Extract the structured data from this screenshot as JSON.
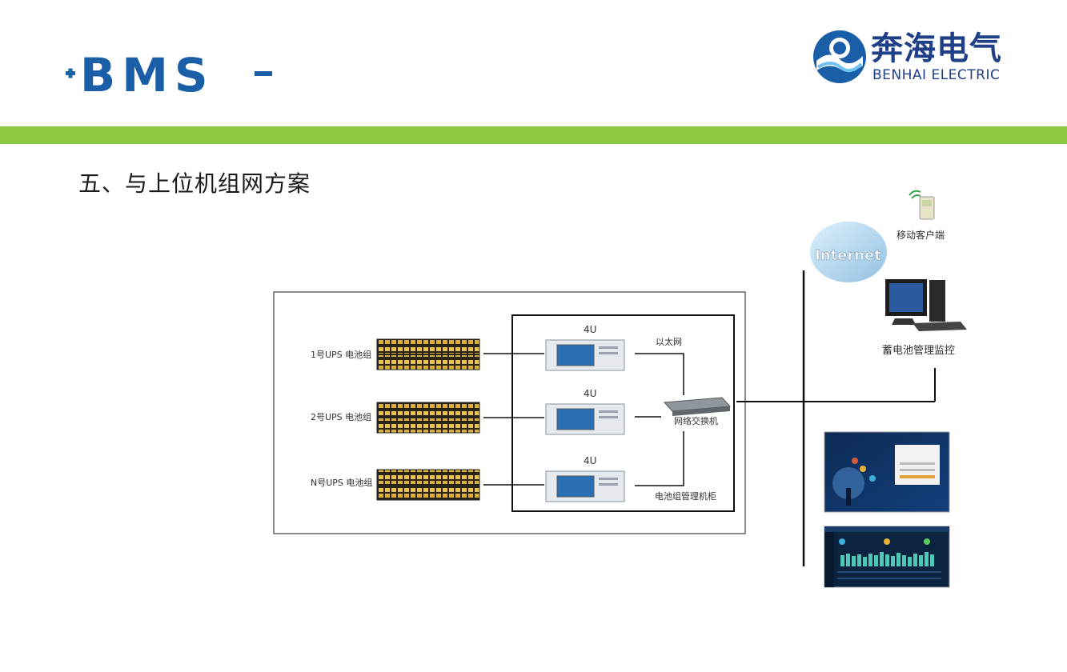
{
  "header": {
    "logo_bms": "·BMS-",
    "company_cn": "奔海电气",
    "company_en": "BENHAI ELECTRIC",
    "accent_color": "#8dc63f",
    "brand_blue": "#1a5ea8"
  },
  "section": {
    "title": "五、与上位机组网方案"
  },
  "diagram": {
    "battery_groups": [
      {
        "label": "1号UPS 电池组"
      },
      {
        "label": "2号UPS 电池组"
      },
      {
        "label": "N号UPS 电池组"
      }
    ],
    "units": [
      {
        "label": "4U"
      },
      {
        "label": "4U"
      },
      {
        "label": "4U"
      }
    ],
    "ethernet_label": "以太网",
    "switch_label": "网络交换机",
    "cabinet_label": "电池组管理机柜",
    "internet_label": "Internet",
    "mobile_label": "移动客户端",
    "monitor_label": "蓄电池管理监控"
  }
}
